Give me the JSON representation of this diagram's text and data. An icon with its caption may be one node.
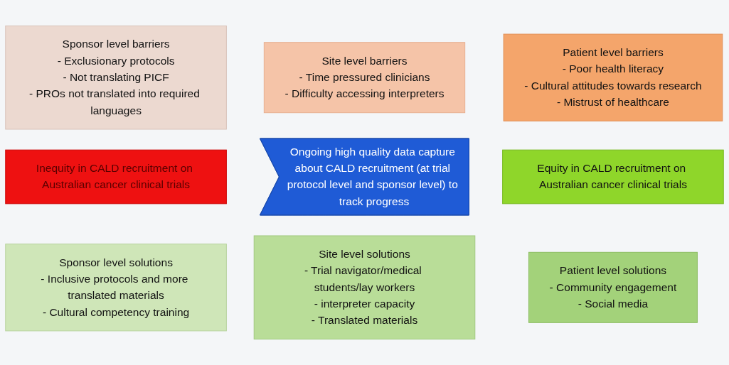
{
  "diagram": {
    "nodes": [
      {
        "text": [
          "Sponsor level barriers",
          "- Exclusionary protocols",
          "- Not translating PICF",
          "- PROs not translated into required languages"
        ]
      },
      {
        "text": [
          "Site level barriers",
          "- Time pressured clinicians",
          "- Difficulty accessing interpreters"
        ]
      },
      {
        "text": [
          "Patient level barriers",
          "- Poor health literacy",
          "- Cultural attitudes towards research",
          "- Mistrust of healthcare"
        ]
      },
      {
        "text": [
          "Inequity in CALD recruitment on Australian cancer clinical trials"
        ]
      },
      {
        "text": [
          "Ongoing high quality data capture about CALD recruitment (at trial protocol level and sponsor level) to track progress"
        ]
      },
      {
        "text": [
          "Equity in CALD recruitment on Australian cancer clinical trials"
        ]
      },
      {
        "text": [
          "Sponsor level solutions",
          "- Inclusive protocols and more translated materials",
          "- Cultural competency training"
        ]
      },
      {
        "text": [
          "Site level solutions",
          "- Trial navigator/medical students/lay workers",
          "- interpreter capacity",
          "- Translated materials"
        ]
      },
      {
        "text": [
          "Patient level solutions",
          "- Community engagement",
          "- Social media"
        ]
      }
    ],
    "edges": []
  }
}
